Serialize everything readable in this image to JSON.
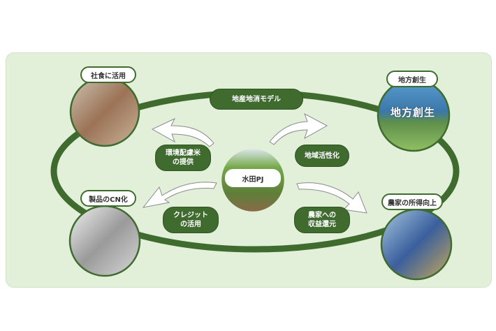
{
  "center": {
    "label": "水田PJ"
  },
  "ring_label": "地産地消モデル",
  "nodes": {
    "top_left": {
      "label": "社食に活用"
    },
    "top_right": {
      "label": "地方創生",
      "image_text": "地方創生"
    },
    "bottom_left": {
      "label": "製品のCN化"
    },
    "bottom_right": {
      "label": "農家の所得向上"
    }
  },
  "flows": {
    "to_top_left": {
      "line1": "環境配慮米",
      "line2": "の提供"
    },
    "to_top_right": {
      "line1": "地域活性化"
    },
    "to_bottom_left": {
      "line1": "クレジット",
      "line2": "の活用"
    },
    "to_bottom_right": {
      "line1": "農家への",
      "line2": "収益還元"
    }
  },
  "colors": {
    "primary": "#3f6b2f",
    "background": "#e2f0da"
  }
}
